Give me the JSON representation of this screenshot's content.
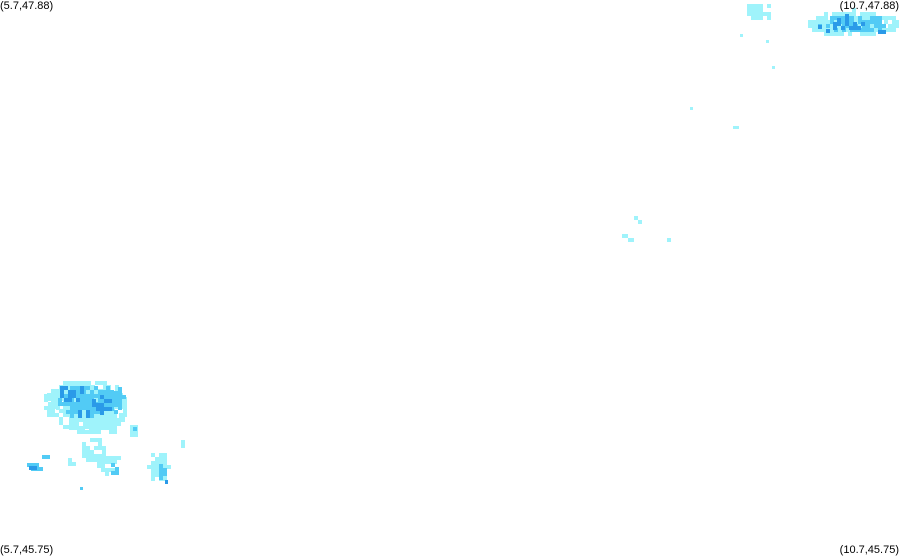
{
  "corners": {
    "top_left": "(5.7,47.88)",
    "top_right": "(10.7,47.88)",
    "bottom_left": "(5.7,45.75)",
    "bottom_right": "(10.7,45.75)"
  },
  "colors": {
    "light": "#9ff3fb",
    "medium": "#52cbf5",
    "dark": "#2a9ae8"
  }
}
